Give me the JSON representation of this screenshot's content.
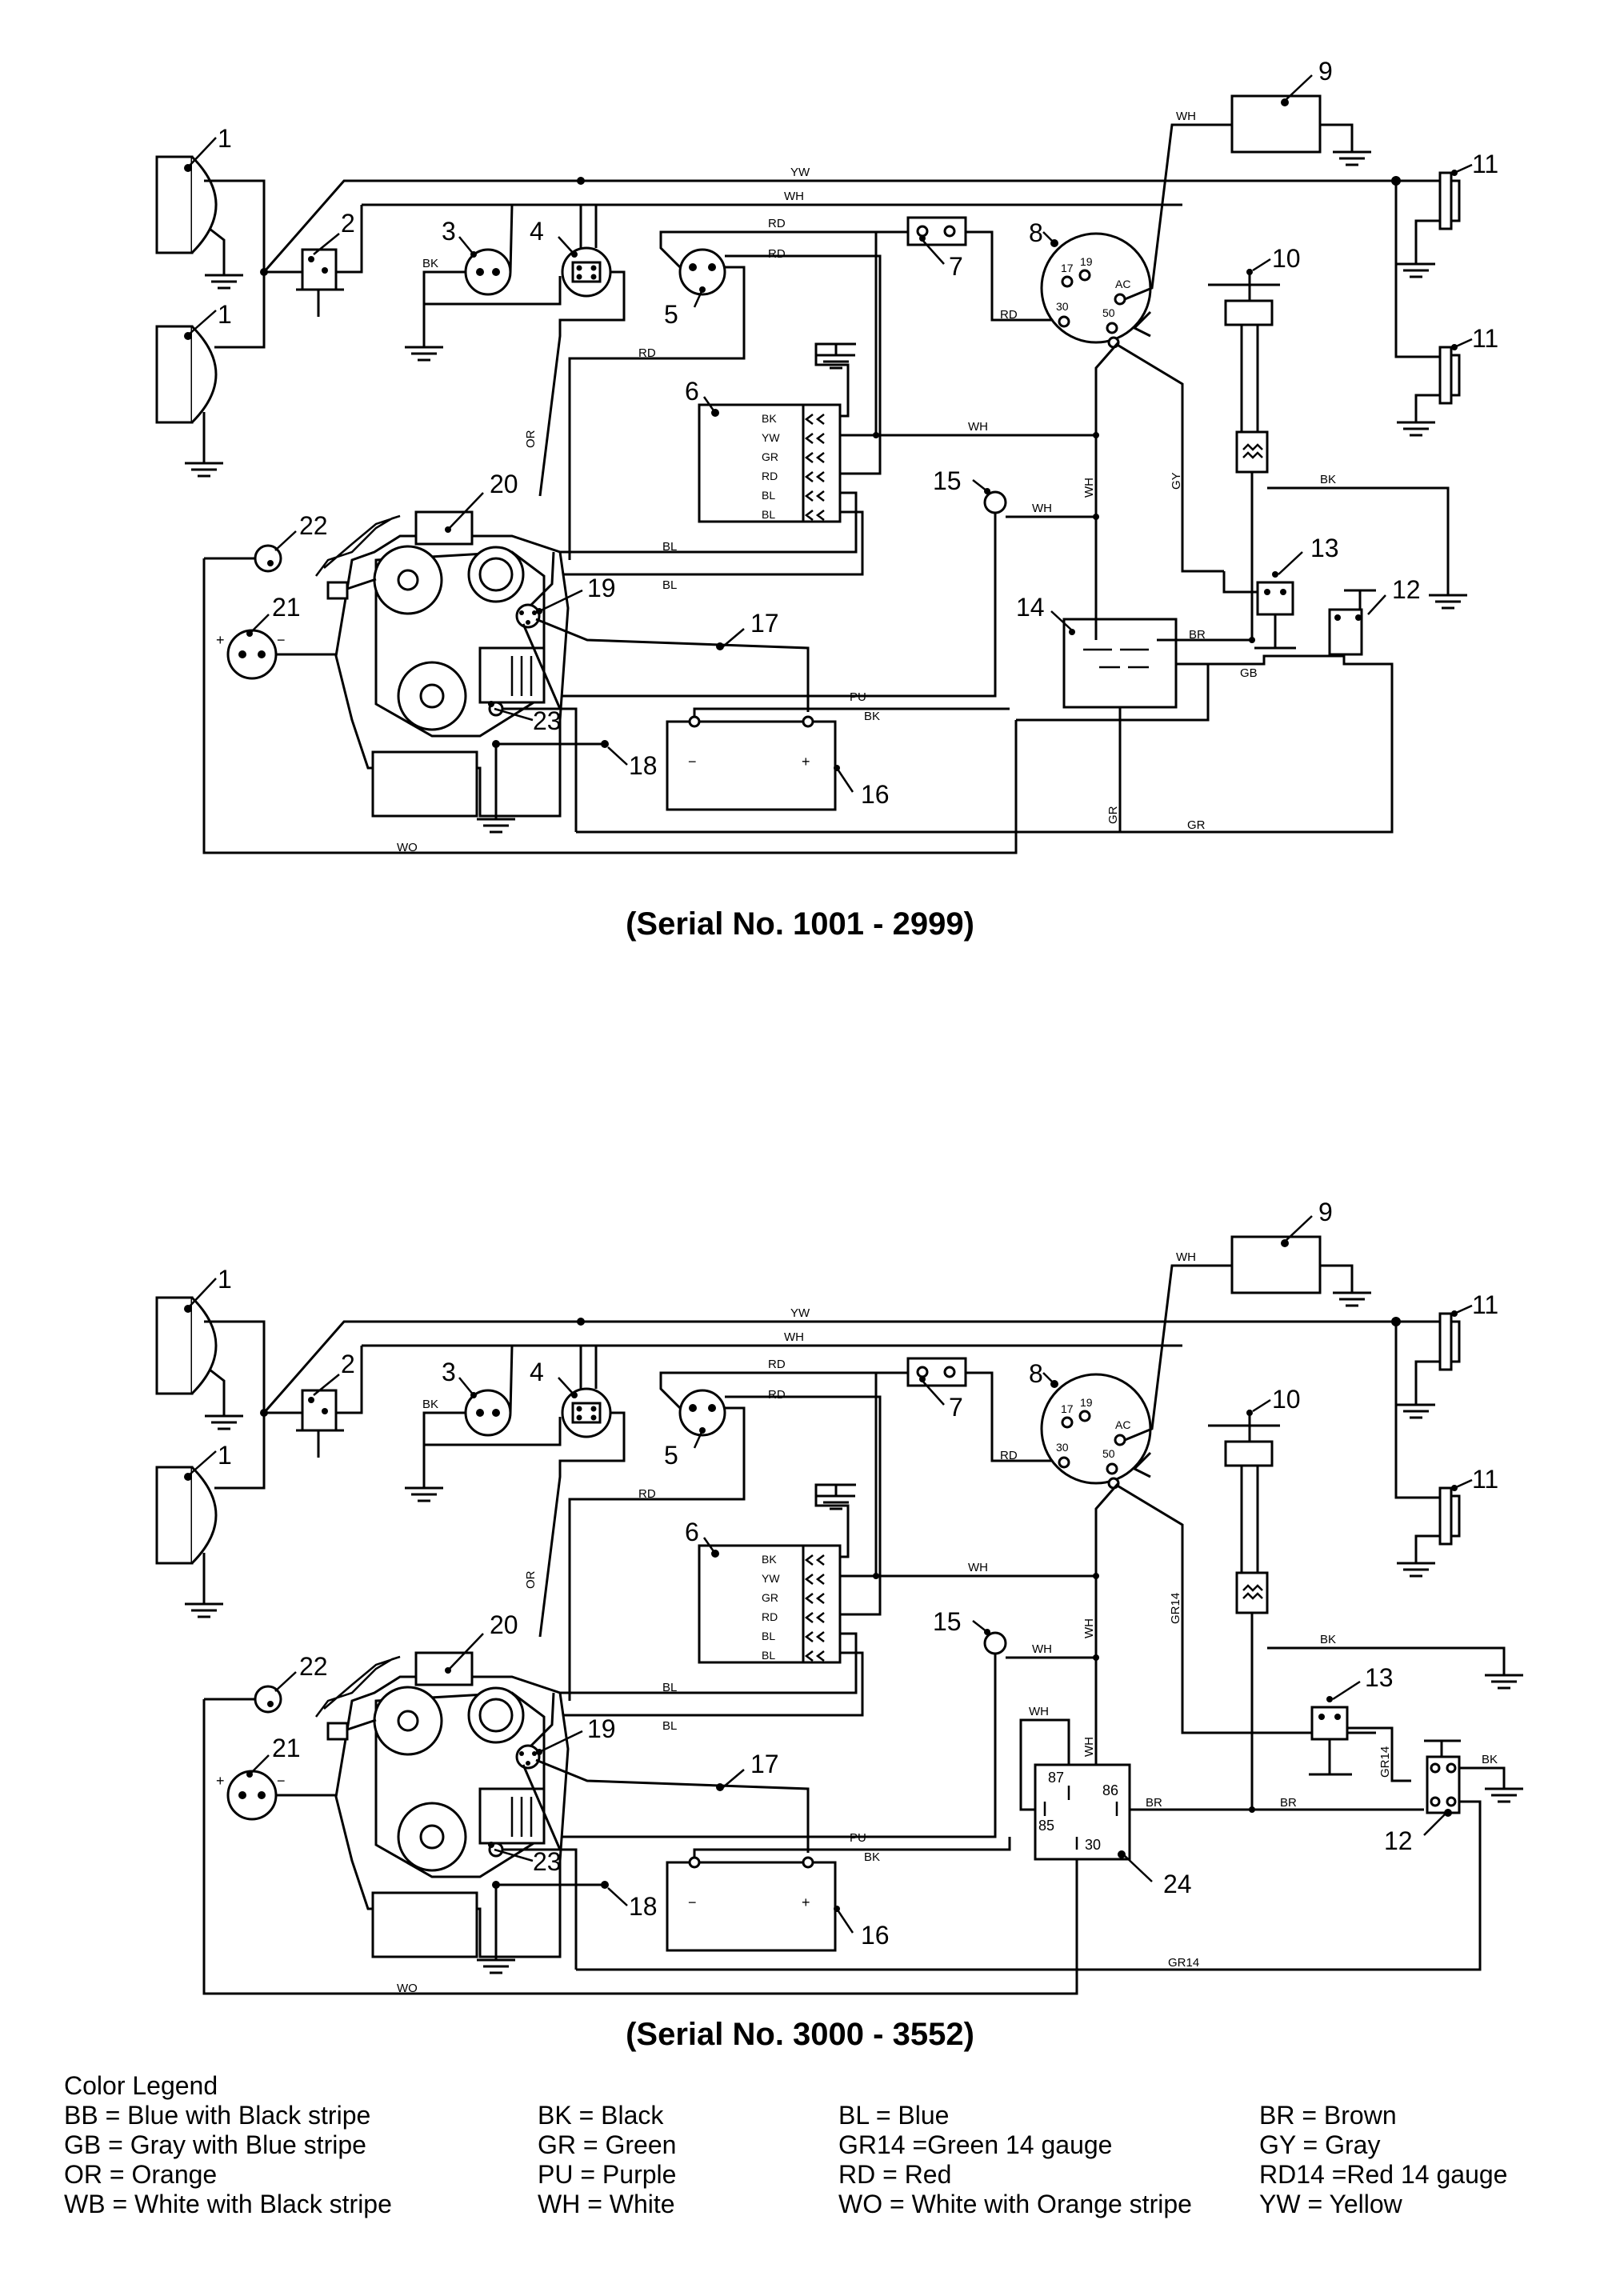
{
  "diagram_1": {
    "serial_label": "(Serial No. 1001 - 2999)"
  },
  "diagram_2": {
    "serial_label": "(Serial No. 3000 - 3552)"
  },
  "wire_labels": {
    "yw": "YW",
    "wh": "WH",
    "rd": "RD",
    "bk": "BK",
    "or": "OR",
    "bl": "BL",
    "gy": "GY",
    "br": "BR",
    "gb": "GB",
    "pu": "PU",
    "gr": "GR",
    "wo": "WO",
    "gr14": "GR14"
  },
  "part_numbers": [
    "1",
    "2",
    "3",
    "4",
    "5",
    "6",
    "7",
    "8",
    "9",
    "10",
    "11",
    "12",
    "13",
    "14",
    "15",
    "16",
    "17",
    "18",
    "19",
    "20",
    "21",
    "22",
    "23",
    "24"
  ],
  "connector_6_pins": [
    "BK",
    "YW",
    "GR",
    "RD",
    "BL",
    "BL"
  ],
  "ignition_terminals": {
    "t17": "17",
    "t19": "19",
    "t30": "30",
    "t50": "50",
    "ac": "AC"
  },
  "relay_24_terminals": {
    "t87": "87",
    "t86": "86",
    "t85": "85",
    "t30": "30"
  },
  "battery_terminals": {
    "neg": "−",
    "pos": "+"
  },
  "gauge_21_terminals": {
    "pos": "+",
    "neg": "−"
  },
  "legend": {
    "title": "Color Legend",
    "items": [
      "BB = Blue with Black stripe",
      "BK = Black",
      "BL = Blue",
      "BR = Brown",
      "GB = Gray with Blue stripe",
      "GR = Green",
      "GR14 =Green 14 gauge",
      "GY = Gray",
      "OR = Orange",
      "PU = Purple",
      "RD = Red",
      "RD14 =Red 14 gauge",
      "WB = White with Black stripe",
      "WH = White",
      "WO = White with Orange stripe",
      "YW = Yellow"
    ]
  }
}
